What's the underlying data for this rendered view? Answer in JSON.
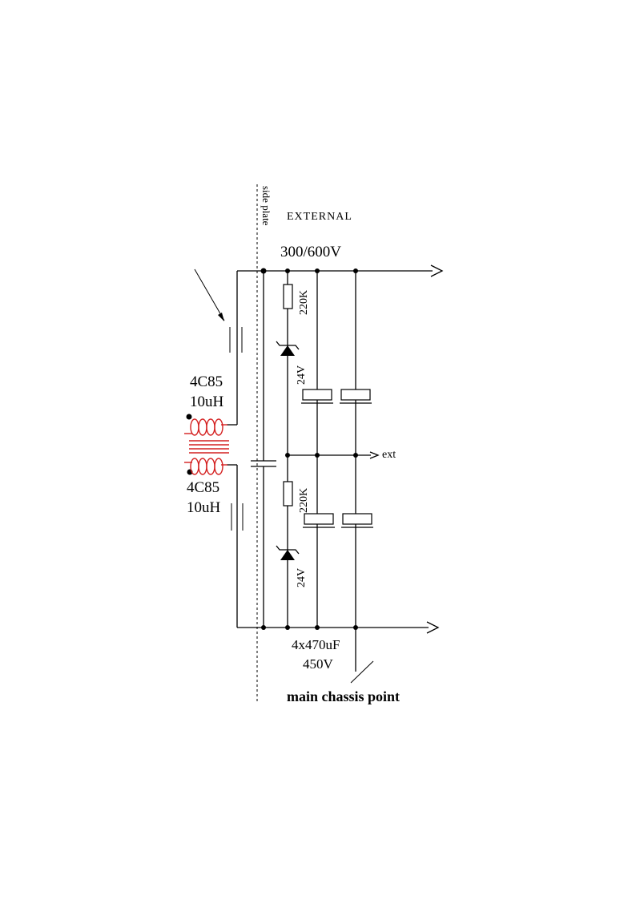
{
  "labels": {
    "side_plate": "side plate",
    "external": "EXTERNAL",
    "rail_voltage": "300/600V",
    "resistor_top": "220K",
    "zener_top": "24V",
    "core_top": "4C85",
    "inductance_top": "10uH",
    "core_bottom": "4C85",
    "inductance_bottom": "10uH",
    "ext": "ext",
    "resistor_bottom": "220K",
    "zener_bottom": "24V",
    "capacitors": "4x470uF",
    "cap_voltage": "450V",
    "chassis": "main chassis point"
  },
  "colors": {
    "wire": "#000000",
    "transformer": "#d42020"
  }
}
